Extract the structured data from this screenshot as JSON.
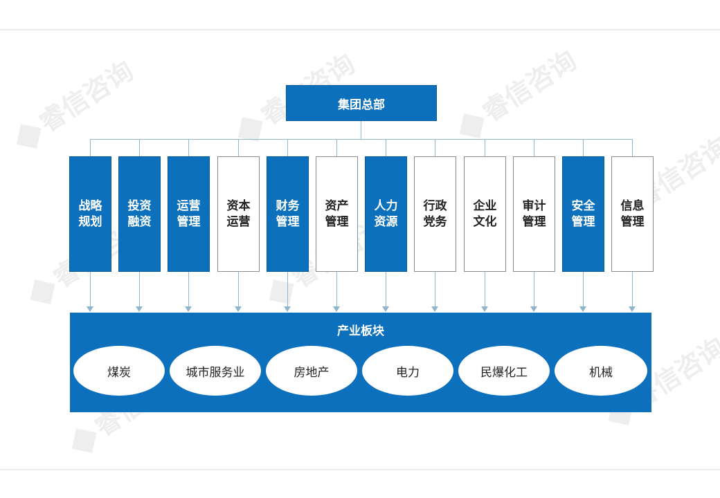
{
  "hq": {
    "label": "集团总部"
  },
  "departments": [
    {
      "label": "战略规划",
      "style": "filled"
    },
    {
      "label": "投资融资",
      "style": "filled"
    },
    {
      "label": "运营管理",
      "style": "filled"
    },
    {
      "label": "资本运营",
      "style": "outline"
    },
    {
      "label": "财务管理",
      "style": "filled"
    },
    {
      "label": "资产管理",
      "style": "outline"
    },
    {
      "label": "人力资源",
      "style": "filled"
    },
    {
      "label": "行政党务",
      "style": "outline"
    },
    {
      "label": "企业文化",
      "style": "outline"
    },
    {
      "label": "审计管理",
      "style": "outline"
    },
    {
      "label": "安全管理",
      "style": "filled"
    },
    {
      "label": "信息管理",
      "style": "outline"
    }
  ],
  "industry": {
    "title": "产业板块",
    "segments": [
      "煤炭",
      "城市服务业",
      "房地产",
      "电力",
      "民爆化工",
      "机械"
    ]
  },
  "watermark": {
    "text": "睿信咨询"
  },
  "colors": {
    "accent": "#0d70bd",
    "connector": "#8fb6cc",
    "outline_border": "#8a8a8a"
  }
}
